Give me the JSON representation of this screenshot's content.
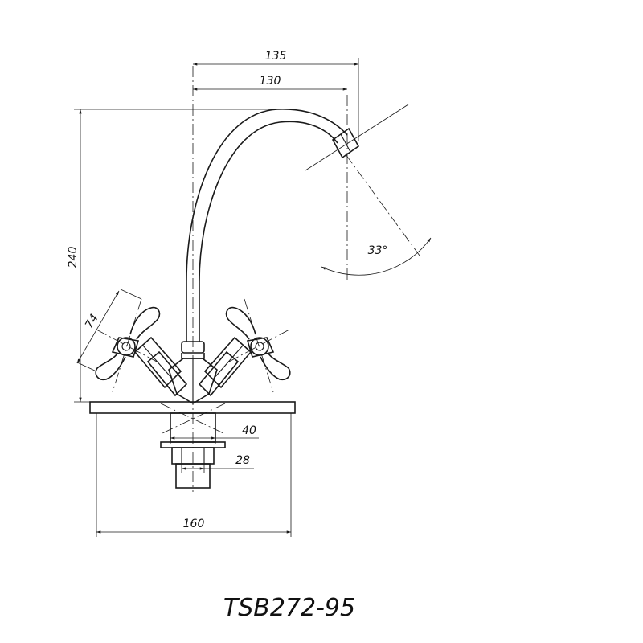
{
  "title": "TSB272-95",
  "dimensions": {
    "spout_reach_outer": "135",
    "spout_reach_inner": "130",
    "total_height": "240",
    "handle_span": "74",
    "spout_angle": "33°",
    "inlet_diameter": "40",
    "thread_diameter": "28",
    "base_width": "160"
  },
  "colors": {
    "line": "#1a1a1a",
    "background": "#ffffff"
  }
}
